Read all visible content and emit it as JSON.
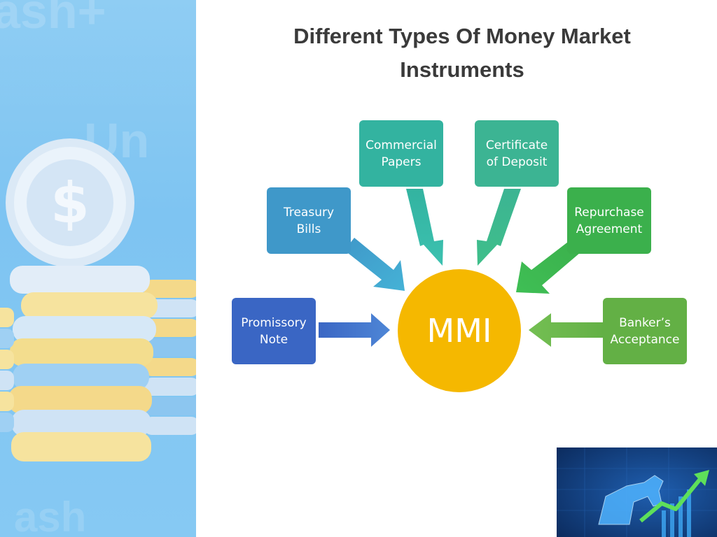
{
  "title": "Different Types Of Money Market Instruments",
  "hub": {
    "label": "MMI",
    "color": "#f5b800"
  },
  "nodes": [
    {
      "id": "promissory-note",
      "lines": [
        "Promissory",
        "Note"
      ],
      "color": "#3a66c4"
    },
    {
      "id": "treasury-bills",
      "lines": [
        "Treasury",
        "Bills"
      ],
      "color": "#3f98c9"
    },
    {
      "id": "commercial-papers",
      "lines": [
        "Commercial",
        "Papers"
      ],
      "color": "#33b3a0"
    },
    {
      "id": "certificate-of-deposit",
      "lines": [
        "Certificate",
        "of Deposit"
      ],
      "color": "#3cb493"
    },
    {
      "id": "repurchase-agreement",
      "lines": [
        "Repurchase",
        "Agreement"
      ],
      "color": "#3bb04c"
    },
    {
      "id": "bankers-acceptance",
      "lines": [
        "Banker’s",
        "Acceptance"
      ],
      "color": "#63b045"
    }
  ],
  "decorations": {
    "left_image": "coin-stack-illustration",
    "thumbnail": "bull-stock-market-illustration"
  }
}
